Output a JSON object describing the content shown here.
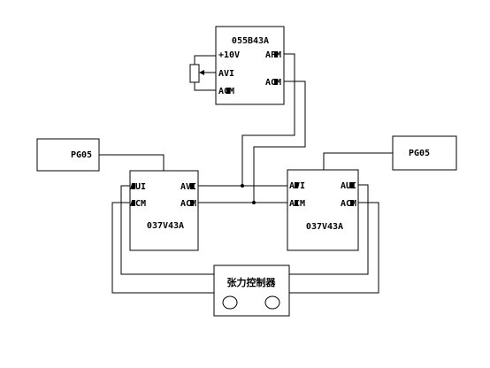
{
  "modules": {
    "top": {
      "title": "055B43A",
      "left_terminals": [
        "+10V",
        "AVI",
        "ACM"
      ],
      "right_terminals": [
        "AFM",
        "ACM"
      ]
    },
    "left": {
      "title": "037V43A",
      "left_terminals": [
        "AUI",
        "ACM"
      ],
      "right_terminals": [
        "AVI",
        "ACM"
      ]
    },
    "right": {
      "title": "037V43A",
      "left_terminals": [
        "AVI",
        "ACM"
      ],
      "right_terminals": [
        "AUI",
        "ACM"
      ]
    }
  },
  "encoders": {
    "left": "PG05",
    "right": "PG05"
  },
  "tension_controller": {
    "label": "张力控制器"
  }
}
